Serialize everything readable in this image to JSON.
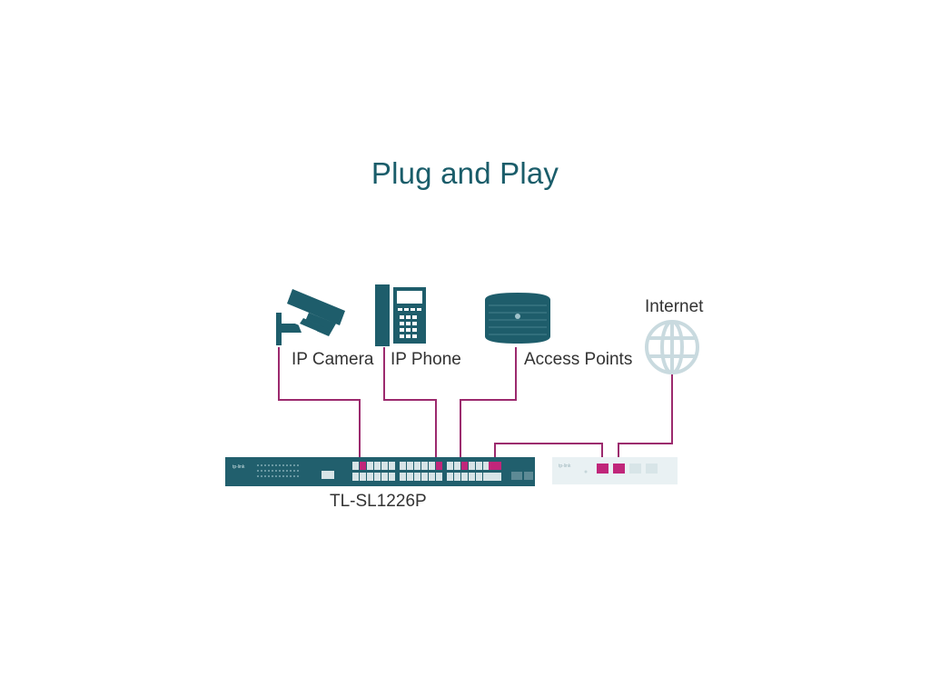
{
  "title": "Plug and Play",
  "devices": {
    "camera": {
      "label": "IP Camera",
      "icon": "ip-camera-icon"
    },
    "phone": {
      "label": "IP Phone",
      "icon": "ip-phone-icon"
    },
    "ap": {
      "label": "Access Points",
      "icon": "access-point-icon"
    },
    "internet": {
      "label": "Internet",
      "icon": "globe-icon"
    }
  },
  "switch": {
    "model": "TL-SL1226P",
    "brand": "tp-link"
  },
  "router": {
    "brand": "tp-link"
  },
  "colors": {
    "title": "#1a5d6a",
    "device": "#1e5d6b",
    "cable": "#9c2a6e",
    "switch_body": "#215f6d",
    "router_body": "#e9f1f3",
    "port_active": "#c0267a"
  }
}
